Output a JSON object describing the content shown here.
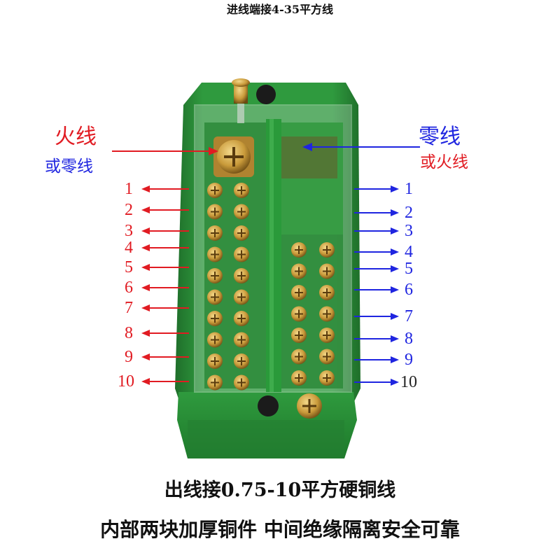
{
  "captions": {
    "top": "进线端接4-35平方线",
    "output": "出线接0.75-10平方硬铜线",
    "bottom": "内部两块加厚铜件    中间绝缘隔离安全可靠"
  },
  "left_input": {
    "main": "火线",
    "sub": "或零线",
    "main_color": "#e11b22",
    "sub_color": "#1f25e0"
  },
  "right_input": {
    "main": "零线",
    "sub": "或火线",
    "main_color": "#1f25e0",
    "sub_color": "#e11b22"
  },
  "left_numbers": [
    "1",
    "2",
    "3",
    "4",
    "5",
    "6",
    "7",
    "8",
    "9",
    "10"
  ],
  "right_numbers": [
    "1",
    "2",
    "3",
    "4",
    "5",
    "6",
    "7",
    "8",
    "9",
    "10"
  ],
  "colors": {
    "housing": "#2f9a3e",
    "housing_dark": "#1f6e2a",
    "brass": "#c99a3a",
    "red": "#e11b22",
    "blue": "#1f25e0"
  }
}
